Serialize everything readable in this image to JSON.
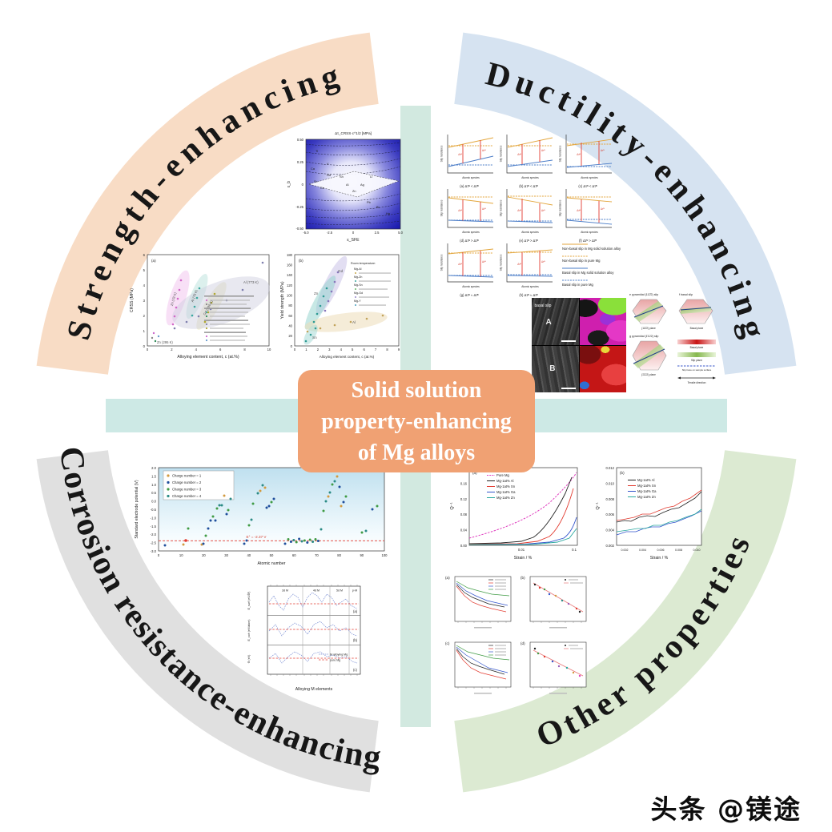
{
  "center_box": {
    "lines": [
      "Solid solution",
      "property-enhancing",
      "of Mg alloys"
    ],
    "bg": "#f0a173"
  },
  "arc_labels": {
    "strength": "Strength-enhancing",
    "ductility": "Ductility-enhancing",
    "corrosion": "Corrosion resistance-enhancing",
    "other": "Other properties"
  },
  "arc_colors": {
    "strength": "#f8dcc5",
    "ductility": "#d6e3f1",
    "corrosion": "#e0e0e0",
    "other": "#dcead2"
  },
  "cross_band_color": "#cde9e5",
  "watermark": "头条 @镁途",
  "strength": {
    "contour": {
      "title": "Δτ_CRSS·c^1/2 [MPa]",
      "xlabel": "ε_SFE",
      "ylabel": "ε_b",
      "x_ticks": [
        "-5.0",
        "-2.5",
        "0",
        "2.5",
        "5.0"
      ],
      "y_ticks": [
        "0.50",
        "0.25",
        "0",
        "-0.25",
        "-0.50"
      ],
      "elements": [
        "Ti",
        "Ca",
        "Sr",
        "Y",
        "Gd",
        "Ce",
        "Sn",
        "Al",
        "Zn",
        "Ag",
        "Li",
        "Pb",
        "Bi",
        "Hg"
      ]
    },
    "panel_a": {
      "label": "(a)",
      "ylabel": "CRSS (MPa)",
      "xlabel": "Alloying element content, c (at.%)",
      "y_ticks": [
        "0",
        "1",
        "2",
        "3",
        "4",
        "5",
        "6"
      ],
      "x_ticks": [
        "0",
        "2",
        "4",
        "6",
        "8",
        "10"
      ],
      "groups": [
        "Zn (78 K)",
        "Al (78 K)",
        "Gd (296 K)",
        "Al (773 K)",
        "Zn (295 K)"
      ]
    },
    "panel_b": {
      "label": "(b)",
      "ylabel": "Yield strength (MPa)",
      "xlabel": "Alloying element content, c (at.%)",
      "y_ticks": [
        "0",
        "20",
        "40",
        "60",
        "80",
        "100",
        "120",
        "140",
        "160",
        "180"
      ],
      "x_ticks": [
        "0",
        "1",
        "2",
        "3",
        "4",
        "5",
        "6",
        "7",
        "8",
        "9"
      ],
      "legend_title": "Room temperature:",
      "systems": [
        "Mg-Al",
        "Mg-Zn",
        "Mg-Sn",
        "Mg-Gd",
        "Mg-Y"
      ],
      "groups": [
        "Gd",
        "Zn",
        "Al",
        "Sn"
      ]
    }
  },
  "ductility": {
    "ylabel": "Slip resistance",
    "xlabel": "Atomic species",
    "arrow_b": "Δτᴮ",
    "arrow_n": "Δτᴺ",
    "panels": [
      {
        "caption": "(a) Δτᴺ < Δτᴮ"
      },
      {
        "caption": "(b) Δτᴺ < Δτᴮ"
      },
      {
        "caption": "(c) Δτᴺ < Δτᴮ"
      },
      {
        "caption": "(d) Δτᴺ > Δτᴮ"
      },
      {
        "caption": "(e) Δτᴺ > Δτᴮ"
      },
      {
        "caption": "(f) Δτᴺ > Δτᴮ"
      },
      {
        "caption": "(g) Δτᴺ ≈ Δτᴮ"
      },
      {
        "caption": "(h) Δτᴺ ≈ Δτᴮ"
      }
    ],
    "legend": [
      "Non-basal slip in Mg solid solution alloy",
      "Non-basal slip in pure Mg",
      "Basal slip in Mg solid solution alloy",
      "Basal slip in pure Mg"
    ],
    "micrographs": {
      "label_a": "A",
      "label_b": "B",
      "annotation": "basal slip"
    },
    "crystals": {
      "e_title": "e  pyramidal (112̄2) slip",
      "f_title": "f  basal slip",
      "g_title": "g  pyramidal (1̄122) slip",
      "e_plane": "(112̄2) plane",
      "f_plane": "Basal plane",
      "g_plane": "(1̄122) plane",
      "legend": [
        "Basal plane",
        "Slip plane",
        "Slip trace on sample surface",
        "Tensile direction"
      ]
    }
  },
  "corrosion": {
    "scatter": {
      "ylabel": "Standard electrode potential (V)",
      "xlabel": "Atomic number",
      "legend": [
        "Charge number = 1",
        "Charge number = 2",
        "Charge number = 3",
        "Charge number = 4"
      ],
      "legend_colors": [
        "#d29a3f",
        "#1f4e9c",
        "#3f9b44",
        "#2b8b85"
      ],
      "ref_label": "E° = -2.37 V",
      "y_ticks": [
        "2.0",
        "1.5",
        "1.0",
        "0.5",
        "0.0",
        "-0.5",
        "-1.0",
        "-1.5",
        "-2.0",
        "-2.5",
        "-3.0"
      ],
      "x_ticks": [
        "0",
        "10",
        "20",
        "30",
        "40",
        "50",
        "60",
        "70",
        "80",
        "90",
        "100"
      ]
    },
    "panels": {
      "xlabel": "Alloying M elements",
      "labels": [
        "(a)",
        "(b)",
        "(c)"
      ],
      "ylabels": [
        "E_surf (eV/Å²)",
        "E_coh (eV/atom)",
        "Φ (eV)"
      ],
      "regions": [
        "3d M",
        "4d M",
        "5d M",
        "p-M"
      ],
      "legend": [
        "M alloying Mg",
        "pure Mg"
      ]
    }
  },
  "other": {
    "panel_a": {
      "label": "(a)",
      "ylabel": "Q⁻¹",
      "xlabel": "Strain / %",
      "legend": [
        "Pure Mg",
        "Mg-1at% Al",
        "Mg-1at% Sn",
        "Mg-1at% Ga",
        "Mg-1at% Zn"
      ],
      "legend_colors": [
        "#e040c0",
        "#222222",
        "#e23b30",
        "#3355cc",
        "#2aa89f"
      ],
      "y_ticks": [
        "0.20",
        "0.16",
        "0.12",
        "0.08",
        "0.04",
        "0.00"
      ],
      "x_ticks": [
        "0.01",
        "0.1"
      ]
    },
    "panel_b": {
      "label": "(b)",
      "ylabel": "Q⁻¹",
      "xlabel": "Strain / %",
      "legend": [
        "Mg-1at% Al",
        "Mg-1at% Sn",
        "Mg-1at% Ga",
        "Mg-1at% Zn"
      ],
      "y_ticks": [
        "0.012",
        "0.010",
        "0.008",
        "0.006",
        "0.004",
        "0.002"
      ],
      "x_ticks": [
        "0.002",
        "0.004",
        "0.006",
        "0.008",
        "0.010"
      ]
    },
    "grid": {
      "labels": [
        "(a)",
        "(b)",
        "(c)",
        "(d)"
      ]
    }
  }
}
